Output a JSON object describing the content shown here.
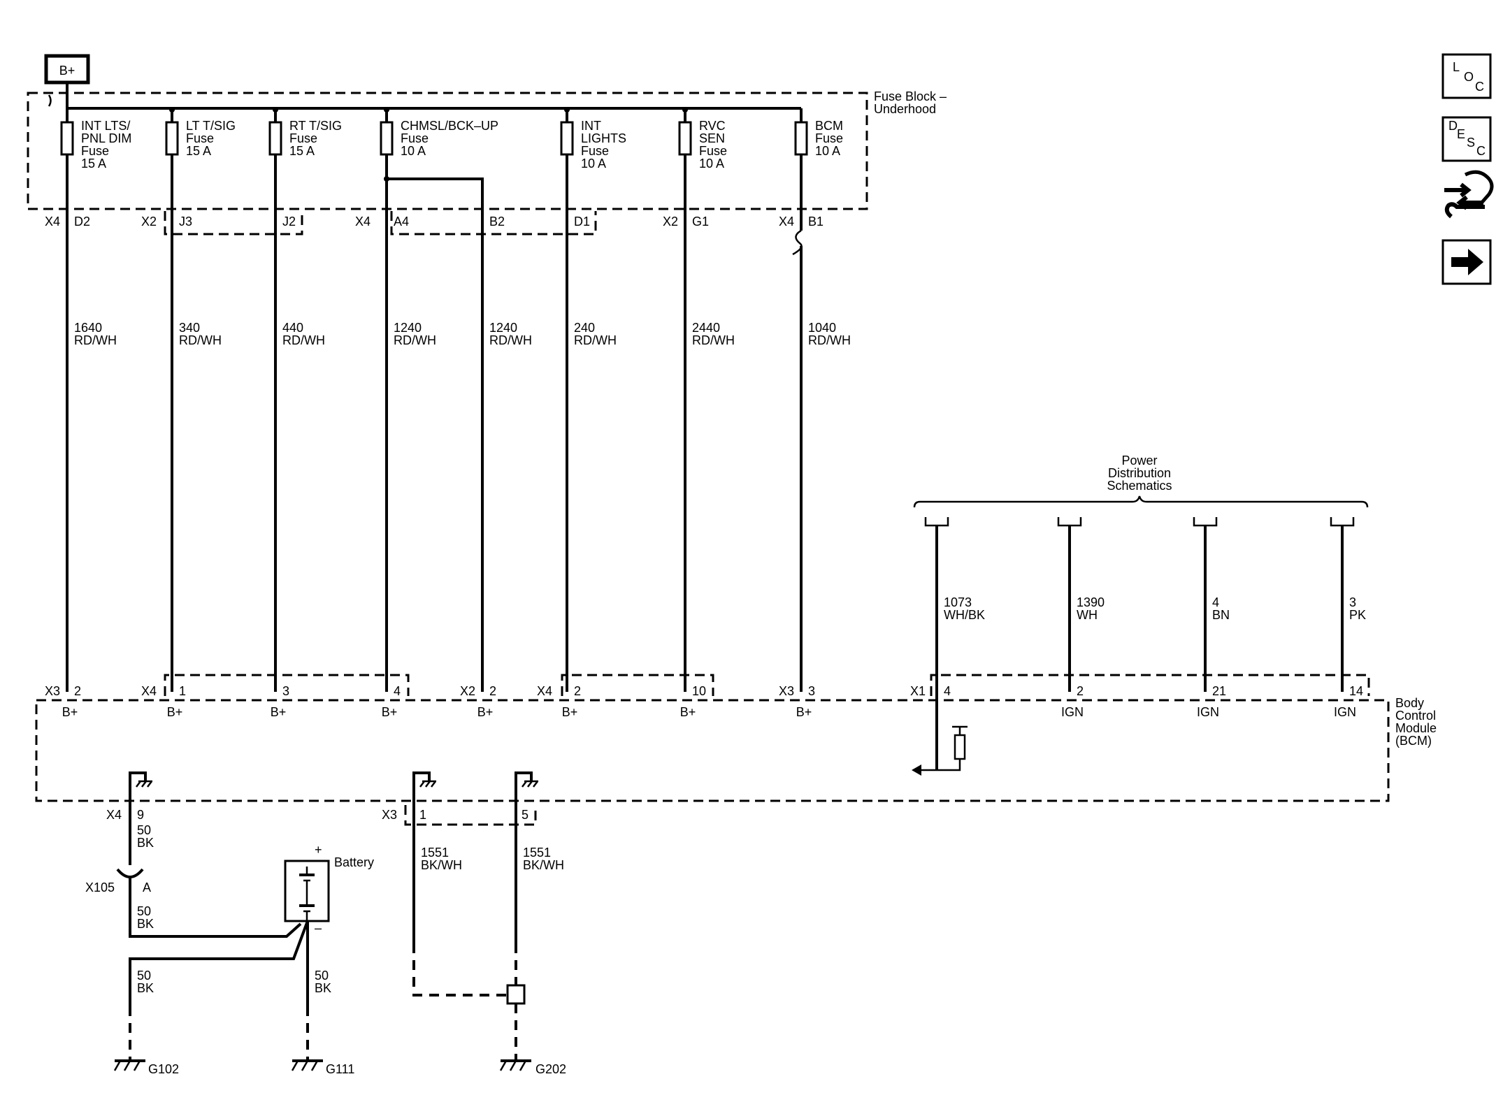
{
  "b_plus_label": "B+",
  "fuse_block_label": [
    "Fuse Block –",
    "Underhood"
  ],
  "fuses": [
    {
      "lines": [
        "INT LTS/",
        "PNL DIM",
        "Fuse",
        "15 A"
      ]
    },
    {
      "lines": [
        "LT T/SIG",
        "Fuse",
        "15 A"
      ]
    },
    {
      "lines": [
        "RT T/SIG",
        "Fuse",
        "15 A"
      ]
    },
    {
      "lines": [
        "CHMSL/BCK–UP",
        "Fuse",
        "10 A"
      ]
    },
    {
      "lines": [
        "INT",
        "LIGHTS",
        "Fuse",
        "10 A"
      ]
    },
    {
      "lines": [
        "RVC",
        "SEN",
        "Fuse",
        "10 A"
      ]
    },
    {
      "lines": [
        "BCM",
        "Fuse",
        "10 A"
      ]
    }
  ],
  "top_connectors": [
    "X4",
    "X2",
    "X4",
    "X2",
    "X4"
  ],
  "top_pins": [
    "D2",
    "J3",
    "J2",
    "A4",
    "B2",
    "D1",
    "G1",
    "B1"
  ],
  "wires": [
    {
      "circuit": "1640",
      "color": "RD/WH"
    },
    {
      "circuit": "340",
      "color": "RD/WH"
    },
    {
      "circuit": "440",
      "color": "RD/WH"
    },
    {
      "circuit": "1240",
      "color": "RD/WH"
    },
    {
      "circuit": "1240",
      "color": "RD/WH"
    },
    {
      "circuit": "240",
      "color": "RD/WH"
    },
    {
      "circuit": "2440",
      "color": "RD/WH"
    },
    {
      "circuit": "1040",
      "color": "RD/WH"
    }
  ],
  "power_dist_label": [
    "Power",
    "Distribution",
    "Schematics"
  ],
  "ign_wires": [
    {
      "circuit": "1073",
      "color": "WH/BK"
    },
    {
      "circuit": "1390",
      "color": "WH"
    },
    {
      "circuit": "4",
      "color": "BN"
    },
    {
      "circuit": "3",
      "color": "PK"
    }
  ],
  "bcm_connectors": [
    "X3",
    "X4",
    "X2",
    "X4",
    "X3",
    "X1"
  ],
  "bcm_pins": [
    "2",
    "1",
    "3",
    "4",
    "2",
    "2",
    "10",
    "3",
    "4",
    "2",
    "21",
    "14"
  ],
  "bcm_input_labels": [
    "B+",
    "B+",
    "B+",
    "B+",
    "B+",
    "B+",
    "B+",
    "B+",
    "IGN",
    "IGN",
    "IGN"
  ],
  "bcm_label": [
    "Body",
    "Control",
    "Module",
    "(BCM)"
  ],
  "ground_connectors": [
    "X4",
    "X3"
  ],
  "ground_pins": [
    "9",
    "1",
    "5"
  ],
  "ground_wires": [
    {
      "circuit": "50",
      "color": "BK"
    },
    {
      "circuit": "50",
      "color": "BK"
    },
    {
      "circuit": "50",
      "color": "BK"
    },
    {
      "circuit": "50",
      "color": "BK"
    },
    {
      "circuit": "1551",
      "color": "BK/WH"
    },
    {
      "circuit": "1551",
      "color": "BK/WH"
    }
  ],
  "inline_connector": {
    "name": "X105",
    "pin": "A"
  },
  "battery": {
    "label": "Battery",
    "plus": "+",
    "minus": "–"
  },
  "grounds": [
    "G102",
    "G111",
    "G202"
  ],
  "nav": [
    {
      "icon": "location-icon",
      "letters": [
        "L",
        "O",
        "C"
      ]
    },
    {
      "icon": "description-icon",
      "letters": [
        "D",
        "E",
        "S",
        "C"
      ]
    },
    {
      "icon": "connector-view-icon"
    },
    {
      "icon": "next-page-arrow-icon"
    }
  ]
}
